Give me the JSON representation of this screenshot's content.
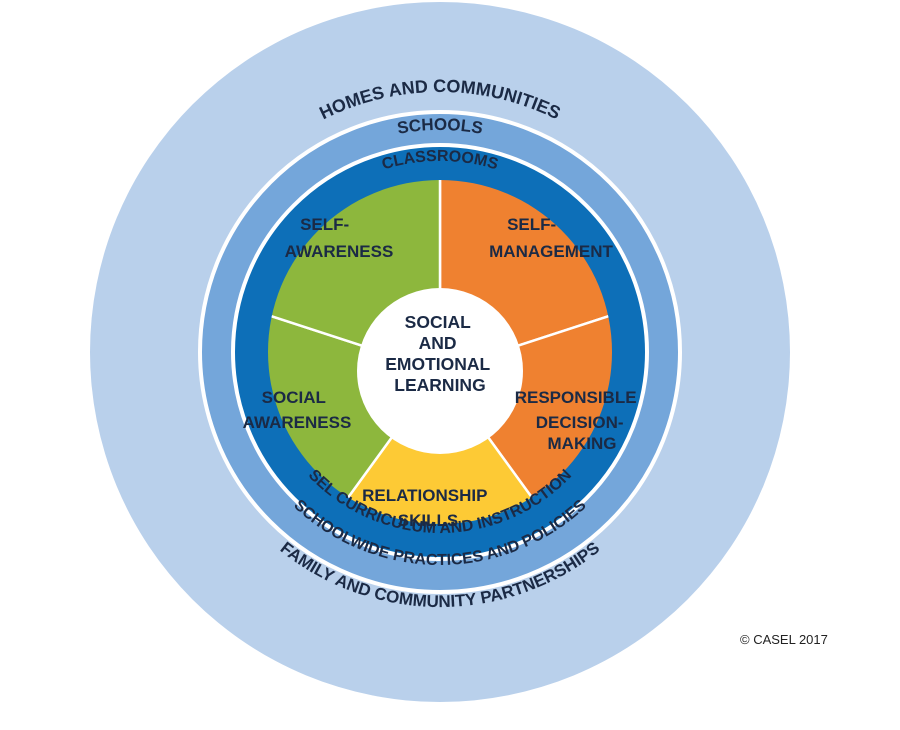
{
  "rings": {
    "outer_top": "HOMES AND COMMUNITIES",
    "outer_bottom": "FAMILY AND COMMUNITY PARTNERSHIPS",
    "middle_top": "SCHOOLS",
    "middle_bottom": "SCHOOLWIDE PRACTICES AND POLICIES",
    "inner_top": "CLASSROOMS",
    "inner_bottom": "SEL CURRICULUM AND INSTRUCTION"
  },
  "center": {
    "lines": [
      "SOCIAL",
      "AND",
      "EMOTIONAL",
      "LEARNING"
    ]
  },
  "segments": [
    {
      "id": "self-awareness",
      "lines": [
        "SELF-",
        "AWARENESS"
      ],
      "color": "#ef8130"
    },
    {
      "id": "self-management",
      "lines": [
        "SELF-",
        "MANAGEMENT"
      ],
      "color": "#ef8130"
    },
    {
      "id": "responsible-decision-making",
      "lines": [
        "RESPONSIBLE",
        "DECISION-",
        "MAKING"
      ],
      "color": "#fdca35"
    },
    {
      "id": "relationship-skills",
      "lines": [
        "RELATIONSHIP",
        "SKILLS"
      ],
      "color": "#8db73d"
    },
    {
      "id": "social-awareness",
      "lines": [
        "SOCIAL",
        "AWARENESS"
      ],
      "color": "#8db73d"
    }
  ],
  "colors": {
    "outer_ring": "#b9d0eb",
    "middle_ring": "#74a6da",
    "inner_ring": "#0d6fb8",
    "divider": "#ffffff",
    "text": "#1b2a45"
  },
  "copyright": "© CASEL 2017"
}
